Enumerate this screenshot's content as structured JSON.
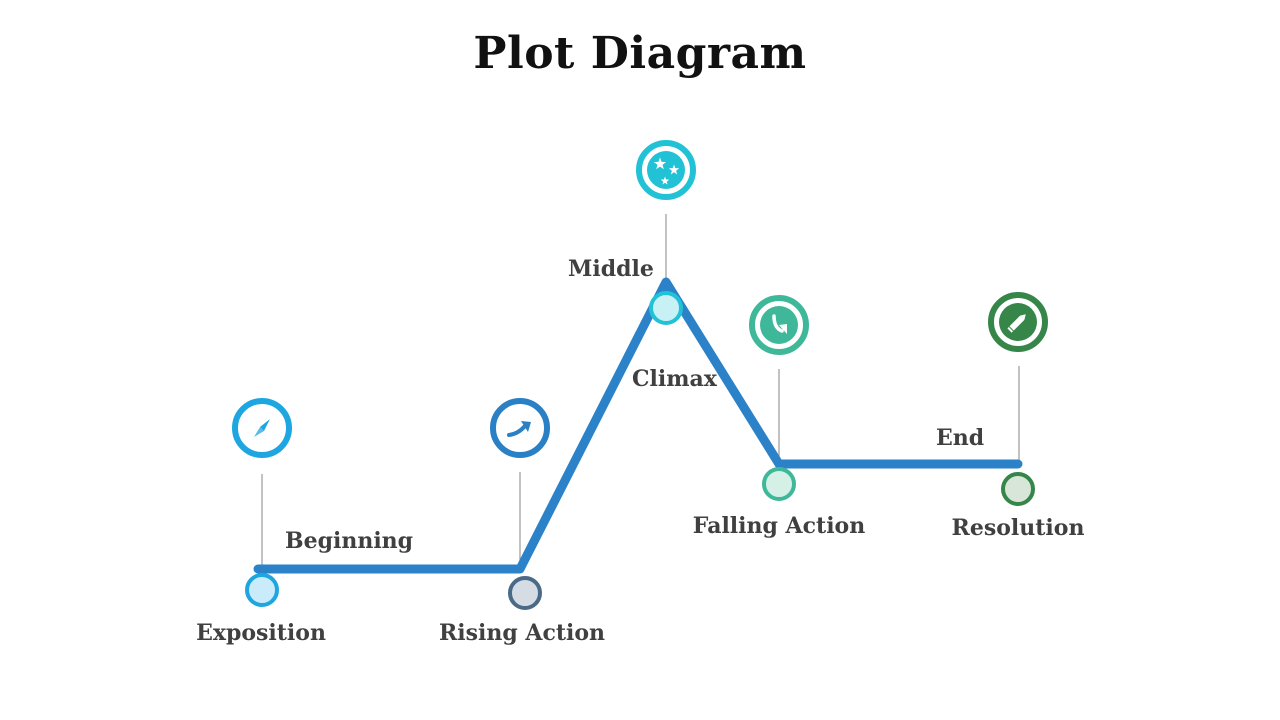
{
  "title": "Plot Diagram",
  "colors": {
    "line": "#2b82c9",
    "exposition": "#1ea6e0",
    "rising": "#2a80c5",
    "climax": "#22c2d6",
    "falling": "#3fb89a",
    "resolution": "#36864a",
    "rising_node": "#4a6a88"
  },
  "segments": {
    "beginning": "Beginning",
    "middle": "Middle",
    "end": "End"
  },
  "stages": {
    "exposition": {
      "label": "Exposition",
      "icon": "compass-icon"
    },
    "rising": {
      "label": "Rising Action",
      "icon": "curved-arrow-up-icon"
    },
    "climax": {
      "label": "Climax",
      "icon": "stars-icon"
    },
    "falling": {
      "label": "Falling Action",
      "icon": "curved-arrow-down-icon"
    },
    "resolution": {
      "label": "Resolution",
      "icon": "pencil-icon"
    }
  }
}
